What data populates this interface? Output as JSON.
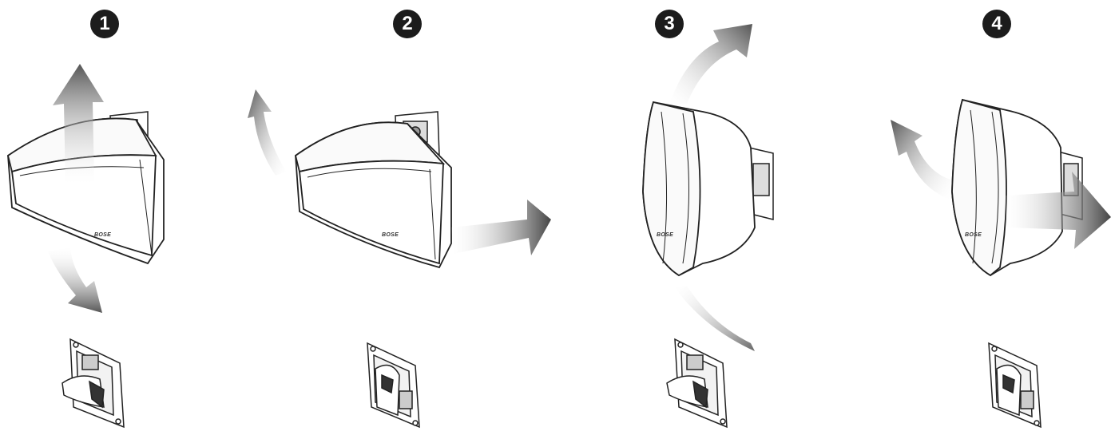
{
  "steps": [
    {
      "number": "1",
      "rotation": "tilt-down",
      "brand": "BOSE"
    },
    {
      "number": "2",
      "rotation": "swivel-horizontal",
      "brand": "BOSE"
    },
    {
      "number": "3",
      "rotation": "rotate-vertical",
      "brand": "BOSE"
    },
    {
      "number": "4",
      "rotation": "swivel-vertical",
      "brand": "BOSE"
    }
  ],
  "icons": [
    "speaker-icon",
    "wall-bracket-icon",
    "rotation-arrow-icon"
  ]
}
